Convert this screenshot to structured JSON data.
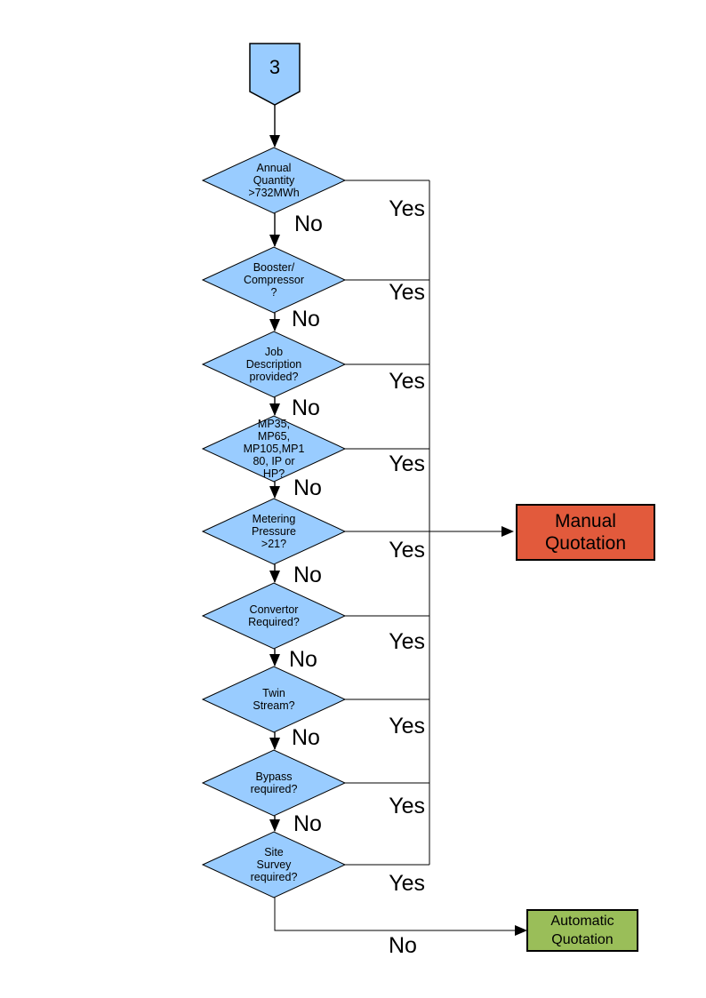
{
  "diagram": {
    "connector": {
      "label": "3"
    },
    "decisions": [
      {
        "id": "annual-quantity",
        "label": "Annual\nQuantity\n>732MWh"
      },
      {
        "id": "booster-compressor",
        "label": "Booster/\nCompressor\n?"
      },
      {
        "id": "job-description",
        "label": "Job\nDescription\nprovided?"
      },
      {
        "id": "meter-type",
        "label": "MP35,\nMP65,\nMP105,MP1\n80, IP or\nHP?"
      },
      {
        "id": "metering-pressure",
        "label": "Metering\nPressure\n>21?"
      },
      {
        "id": "convertor",
        "label": "Convertor\nRequired?"
      },
      {
        "id": "twin-stream",
        "label": "Twin\nStream?"
      },
      {
        "id": "bypass",
        "label": "Bypass\nrequired?"
      },
      {
        "id": "site-survey",
        "label": "Site\nSurvey\nrequired?"
      }
    ],
    "edge_labels": {
      "yes": "Yes",
      "no": "No"
    },
    "outcomes": {
      "manual": {
        "label": "Manual\nQuotation",
        "fill": "#E25A3C"
      },
      "automatic": {
        "label": "Automatic\nQuotation",
        "fill": "#9ABE59"
      }
    },
    "colors": {
      "decision_fill": "#99CCFF",
      "line": "#000000",
      "background": "#FFFFFF"
    }
  }
}
